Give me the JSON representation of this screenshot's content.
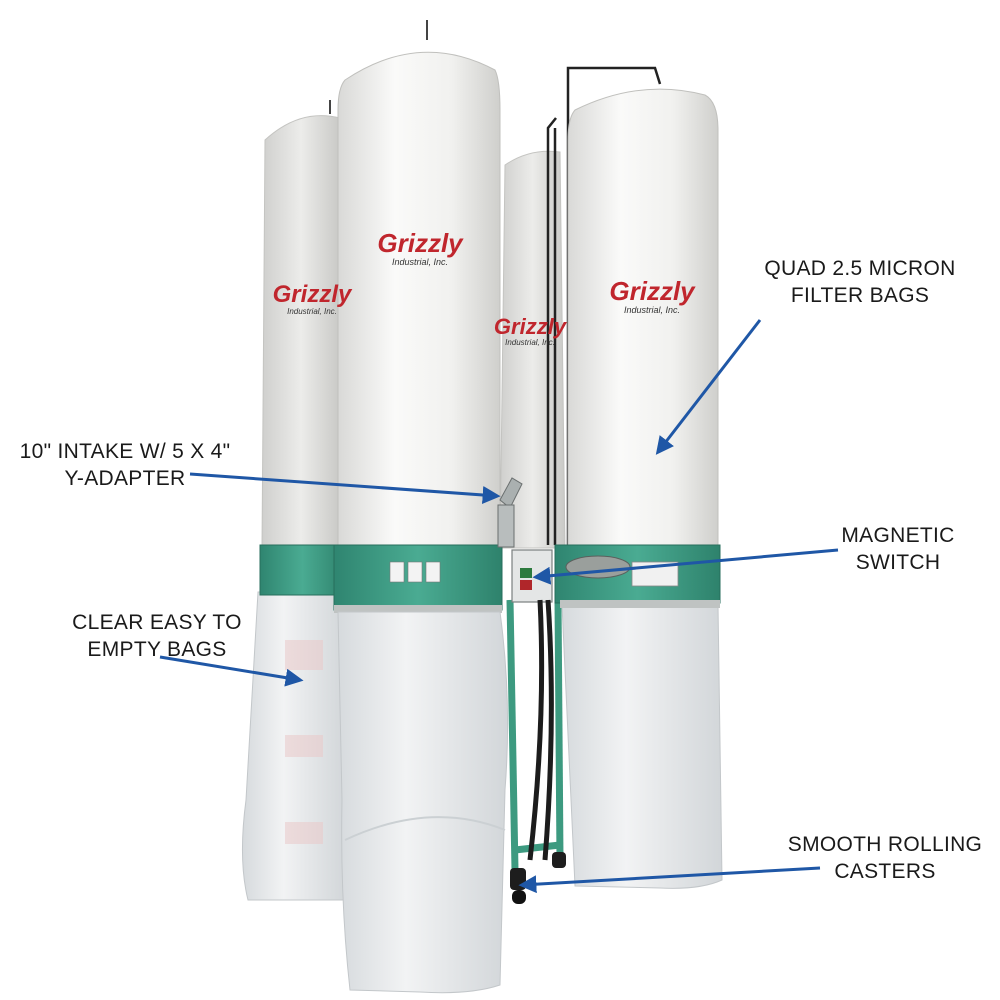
{
  "image": {
    "subject": "Grizzly dust collector with four filter bags",
    "colors": {
      "filter_bag": "#f4f4f2",
      "collection_bag": "#e6e8ea",
      "housing_green": "#3f9e86",
      "frame_green": "#3d9a80",
      "arrow_blue": "#1f57a6",
      "brand_red": "#c0262d"
    }
  },
  "brand": {
    "name": "Grizzly",
    "subtitle": "Industrial, Inc."
  },
  "callouts": {
    "filter_bags": {
      "line1": "QUAD 2.5 MICRON",
      "line2": "FILTER BAGS"
    },
    "intake": {
      "line1": "10\" INTAKE W/ 5 X 4\"",
      "line2": "Y-ADAPTER"
    },
    "switch": {
      "line1": "MAGNETIC",
      "line2": "SWITCH"
    },
    "clear_bags": {
      "line1": "CLEAR EASY TO",
      "line2": "EMPTY BAGS"
    },
    "casters": {
      "line1": "SMOOTH ROLLING",
      "line2": "CASTERS"
    }
  }
}
